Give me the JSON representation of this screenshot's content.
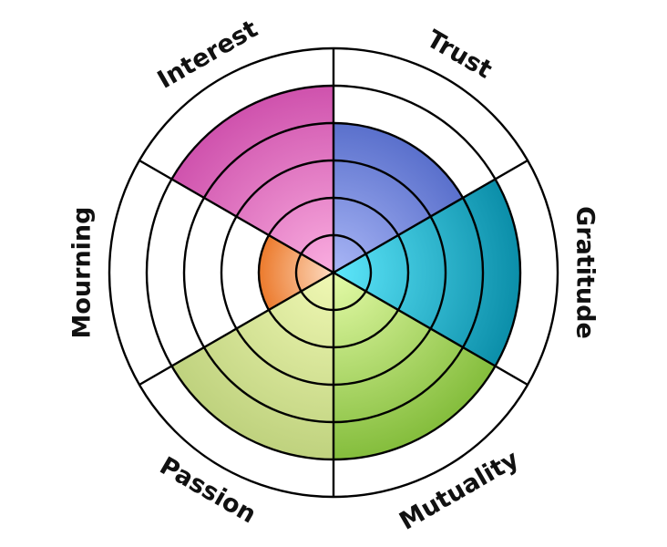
{
  "chart_data": {
    "type": "radial-bar",
    "title": "",
    "rings": 6,
    "scale_max": 6,
    "categories": [
      "Trust",
      "Gratitude",
      "Mutuality",
      "Passion",
      "Mourning",
      "Interest"
    ],
    "values": [
      4,
      5,
      5,
      5,
      2,
      5
    ],
    "colors": [
      {
        "inner": "#a9b6f6",
        "outer": "#5a70cc"
      },
      {
        "inner": "#5ee7fb",
        "outer": "#0b8ea9"
      },
      {
        "inner": "#e4fba8",
        "outer": "#84bd3c"
      },
      {
        "inner": "#f0f8b4",
        "outer": "#bfd27e"
      },
      {
        "inner": "#fddcc2",
        "outer": "#ec7a2c"
      },
      {
        "inner": "#faaee0",
        "outer": "#cf52ad"
      }
    ],
    "grid": true
  }
}
